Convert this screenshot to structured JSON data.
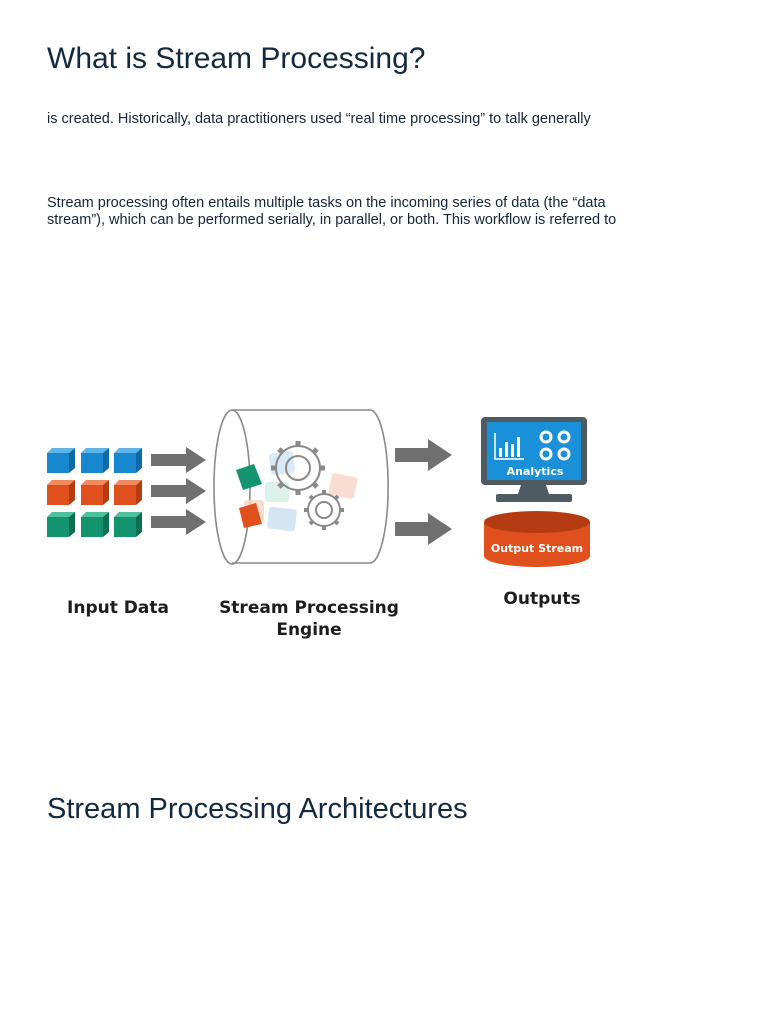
{
  "heading": "What is Stream Processing?",
  "paragraph1": "is created. Historically, data practitioners used “real time processing” to talk generally",
  "paragraph2_line1": "Stream processing often entails multiple tasks on the incoming series of data (the “data",
  "paragraph2_line2": "stream”), which can be performed serially, in parallel, or both. This workflow is referred to",
  "diagram": {
    "input_label": "Input Data",
    "engine_label_line1": "Stream Processing",
    "engine_label_line2": "Engine",
    "outputs_label": "Outputs",
    "monitor_label": "Analytics",
    "database_label": "Output Stream",
    "colors": {
      "blue": "#1787cf",
      "orange": "#e0501d",
      "green": "#13936f",
      "arrow": "#707070"
    }
  },
  "heading2": "Stream Processing Architectures"
}
